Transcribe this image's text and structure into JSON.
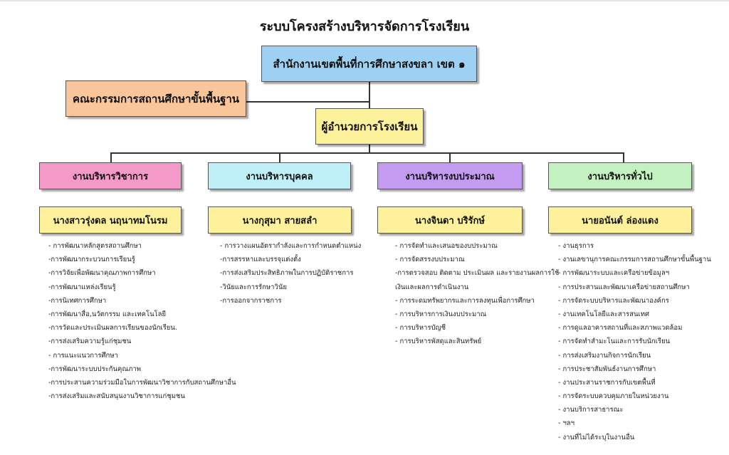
{
  "title": "ระบบโครงสร้างบริหารจัดการโรงเรียน",
  "colors": {
    "office": "#9ed1f1",
    "committee": "#f9c59a",
    "director": "#fdf29b",
    "academic": "#f59ac8",
    "personnel": "#bff0f7",
    "budget": "#c39bf0",
    "general": "#c3f1c0",
    "head": "#fdf29b"
  },
  "office": "สำนักงานเขตพื้นที่การศึกษาสงขลา เขต ๑",
  "committee": "คณะกรรมการสถานศึกษาขั้นพื้นฐาน",
  "director": "ผู้อำนวยการโรงเรียน",
  "departments": [
    {
      "name": "งานบริหารวิชาการ",
      "head": "นางสาวรุ่งดล นฤนาทมโนรม",
      "items": [
        "- การพัฒนาหลักสูตรสถานศึกษา",
        "-การพัฒนากระบวนการเรียนรู้",
        "-การวิจัยเพื่อพัฒนาคุณภาพการศึกษา",
        "-การพัฒนาแหล่งเรียนรู้",
        "-การนิเทศการศึกษา",
        "-การพัฒนาสื่อ,นวัตกรรม และเทคโนโลยี",
        "-การวัดและประเมินผลการเรียนของนักเรียน.",
        "-การส่งเสริมความรู้แก่ชุมชน",
        "- การแนะแนวการศึกษา",
        "-การพัฒนาระบบประกันคุณภาพ",
        "-การประสานความร่วมมือในการพัฒนาวิชาการกับสถานศึกษาอื่น",
        "-การส่งเสริมและสนับสนุนงานวิชาการแก่ชุมชน"
      ]
    },
    {
      "name": "งานบริหารบุคคล",
      "head": "นางกุสุมา สายสลำ",
      "items": [
        "- การวางแผนอัตรากำลังและการกำหนดตำแหน่ง",
        "-การสรรหาและบรรจุแต่งตั้ง",
        "-การส่งเสริมประสิทธิภาพในการปฏิบัติราชการ",
        "-วินัยและการรักษาวินัย",
        "-การออกจากราชการ"
      ]
    },
    {
      "name": "งานบริหารงบประมาณ",
      "head": "นางจินดา บริรักษ์",
      "items": [
        "- การจัดทำและเสนอของบประมาณ",
        "- การจัดสรรงบประมาณ",
        "-การตรวจสอบ ติดตาม ประเมินผล และรายงานผลการใช้",
        "เงินและผลการดำเนินงาน",
        "- การระดมทรัพยากรและการลงทุนเพื่อการศึกษา",
        "- การบริหารการเงินงบประมาณ",
        "- การบริหารบัญชี",
        "- การบริหารพัสดุและสินทรัพย์"
      ]
    },
    {
      "name": "งานบริหารทั่วไป",
      "head": "นายอนันต์ ล่องแดง",
      "items": [
        "- งานธุรการ",
        "- งานเลขานุการคณะกรรมการสถานศึกษาขั้นพื้นฐาน",
        "- การพัฒนาระบบและเครือข่ายข้อมูลฯ",
        "- การประสานและพัฒนาเครือข่ายสถานศึกษา",
        "- การจัดระบบบริหารและพัฒนาองค์กร",
        "- งานเทคโนโลยีและสารสนเทศ",
        "- การดูแลอาคารสถานที่และสภาพแวดล้อม",
        "- การจัดทำสำมะโนและการรับนักเรียน",
        "- การส่งเสริมงานกิจการนักเรียน",
        "- การประชาสัมพันธ์งานการศึกษา",
        "- งานประสานราชการกับเขตพื้นที่",
        "- การจัดระบบควบคุมภายในหน่วยงาน",
        "- งานบริการสาธารณะ",
        "- ฯลฯ",
        "- งานที่ไม่ได้ระบุในงานอื่น"
      ]
    }
  ]
}
